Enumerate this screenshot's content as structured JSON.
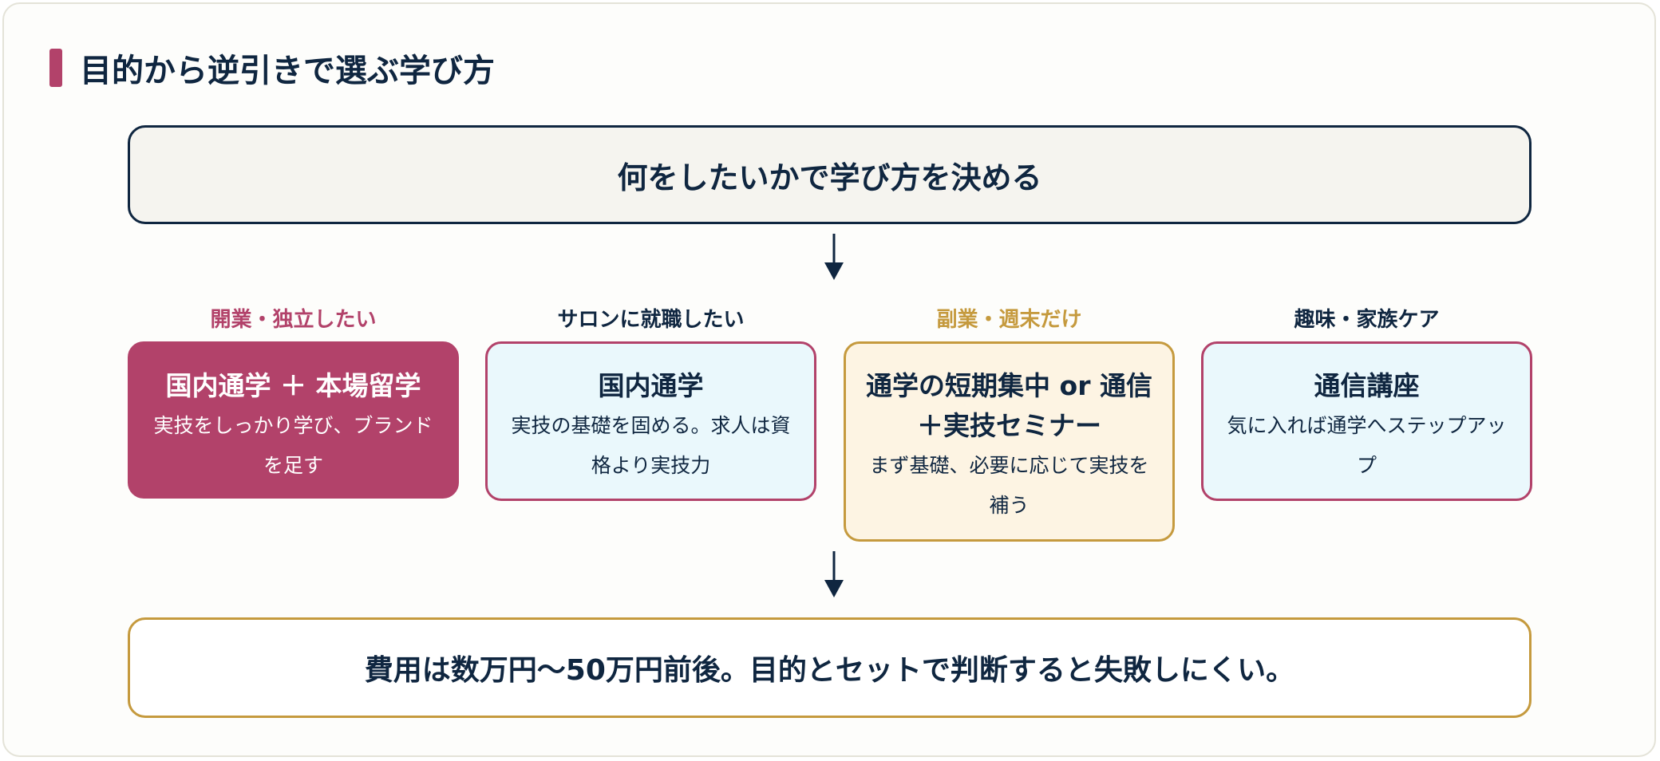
{
  "page_title": "目的から逆引きで選ぶ学び方",
  "top_box": "何をしたいかで学び方を決める",
  "bottom_box": "費用は数万円〜50万円前後。目的とセットで判断すると失敗しにくい。",
  "options": [
    {
      "label": "開業・独立したい",
      "title": "国内通学 ＋ 本場留学",
      "desc": "実技をしっかり学び、ブランドを足す"
    },
    {
      "label": "サロンに就職したい",
      "title": "国内通学",
      "desc": "実技の基礎を固める。求人は資格より実技力"
    },
    {
      "label": "副業・週末だけ",
      "title": "通学の短期集中 or 通信＋実技セミナー",
      "desc": "まず基礎、必要に応じて実技を補う"
    },
    {
      "label": "趣味・家族ケア",
      "title": "通信講座",
      "desc": "気に入れば通学へステップアップ"
    }
  ],
  "colors": {
    "navy": "#0f2640",
    "rose": "#b2426a",
    "gold": "#c59a3e",
    "light_blue": "#eaf8fc",
    "cream": "#fdf4e3"
  }
}
